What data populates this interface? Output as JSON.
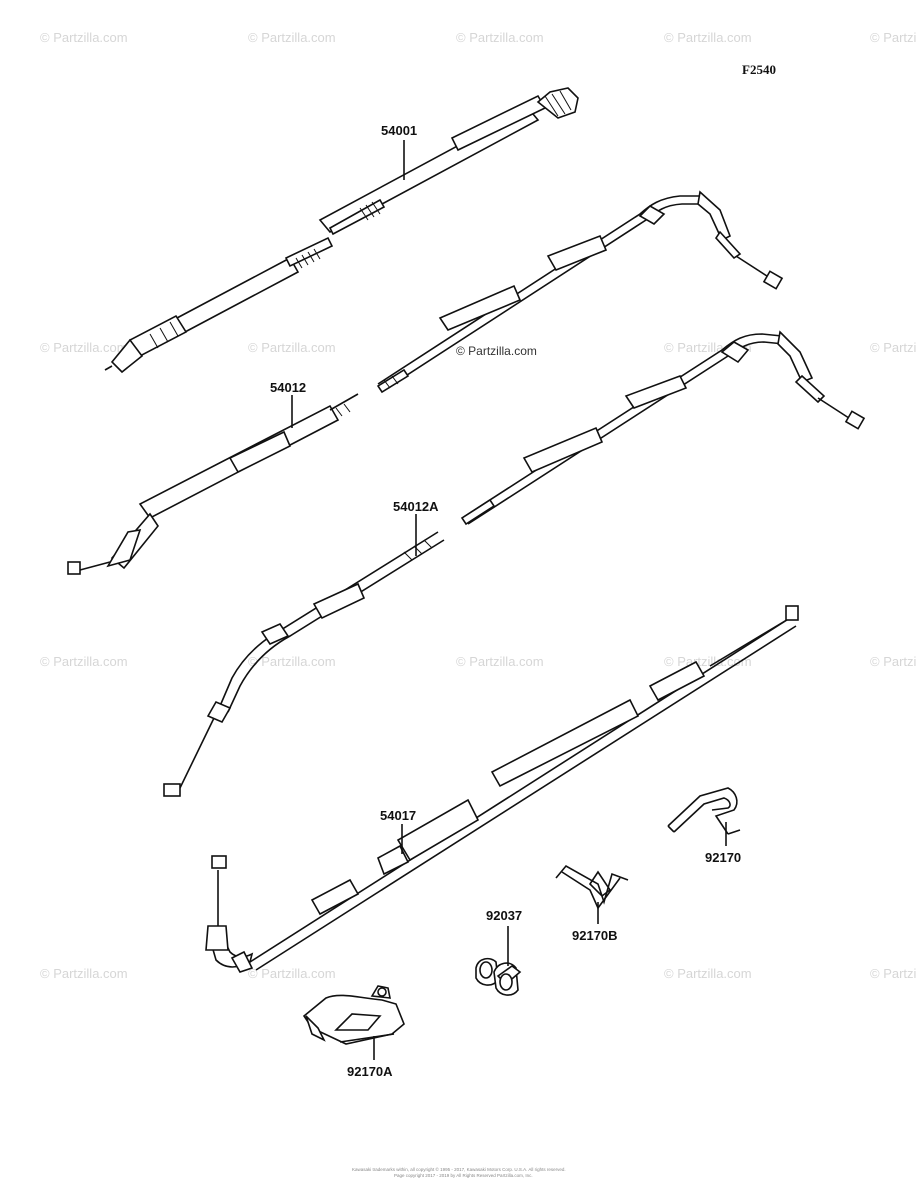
{
  "figure_code": "F2540",
  "watermarks": {
    "text": "© Partzilla.com",
    "center_text": "© Partzilla.com"
  },
  "parts": [
    {
      "id": "part-54001",
      "number": "54001"
    },
    {
      "id": "part-54012",
      "number": "54012"
    },
    {
      "id": "part-54012a",
      "number": "54012A"
    },
    {
      "id": "part-54017",
      "number": "54017"
    },
    {
      "id": "part-92170",
      "number": "92170"
    },
    {
      "id": "part-92170b",
      "number": "92170B"
    },
    {
      "id": "part-92037",
      "number": "92037"
    },
    {
      "id": "part-92170a",
      "number": "92170A"
    }
  ],
  "footer": {
    "line1": "Kawasaki trademarks within, all copyright © 1995 - 2017, Kawasaki Motors Corp. U.S.A. All rights reserved.",
    "line2": "Page copyright 2017 - 2019 by All Rights Reserved Partzilla.com, Inc."
  }
}
